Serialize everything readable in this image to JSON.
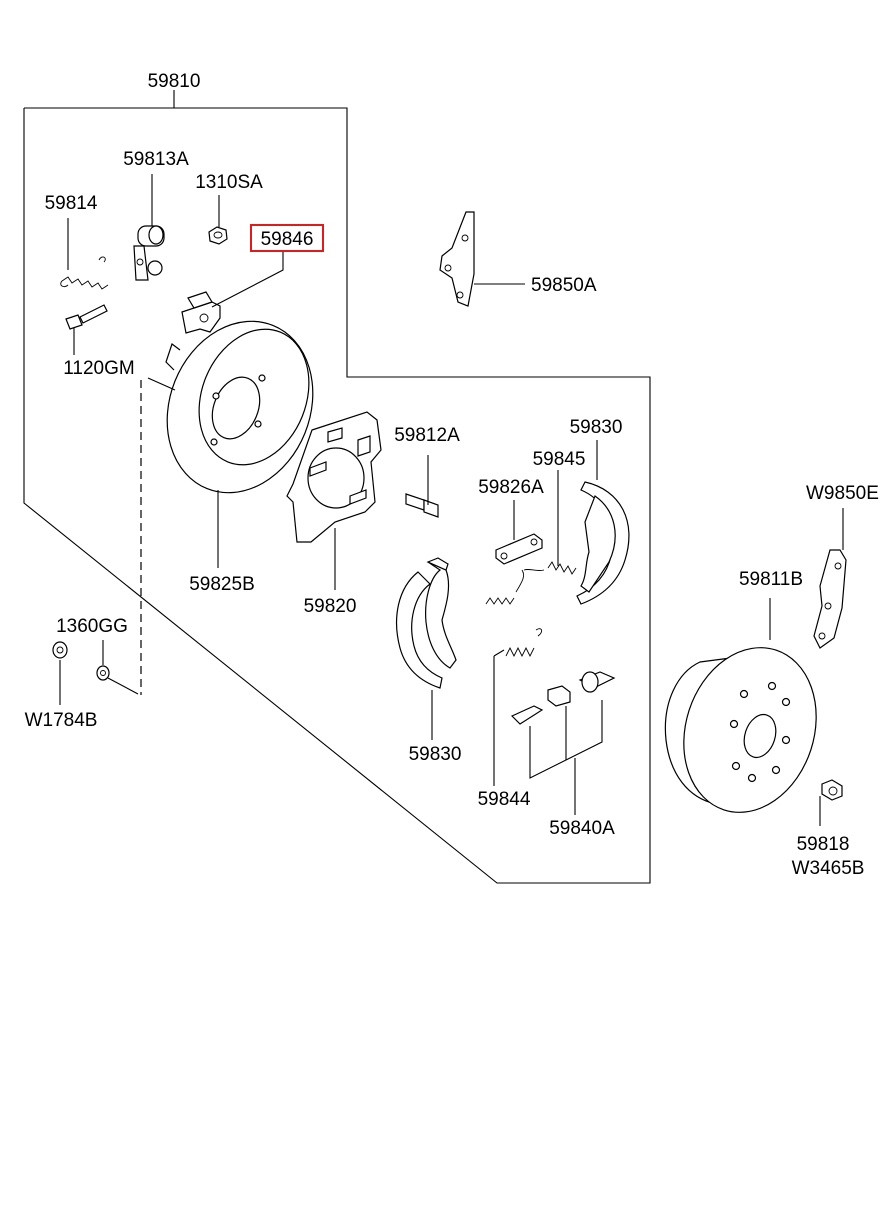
{
  "diagram": {
    "highlight_color": "#e01b1b",
    "labels": {
      "assembly": "59810",
      "p59813A": "59813A",
      "p1310SA": "1310SA",
      "p59814": "59814",
      "p59846": "59846",
      "p59850A": "59850A",
      "p1120GM": "1120GM",
      "p59812A": "59812A",
      "p59830_top": "59830",
      "p59845": "59845",
      "p59826A": "59826A",
      "p59825B": "59825B",
      "p59820": "59820",
      "pW9850E": "W9850E",
      "p59811B": "59811B",
      "p1360GG": "1360GG",
      "pW1784B": "W1784B",
      "p59830_bottom": "59830",
      "p59844": "59844",
      "p59840A": "59840A",
      "p59818": "59818",
      "pW3465B": "W3465B"
    }
  }
}
